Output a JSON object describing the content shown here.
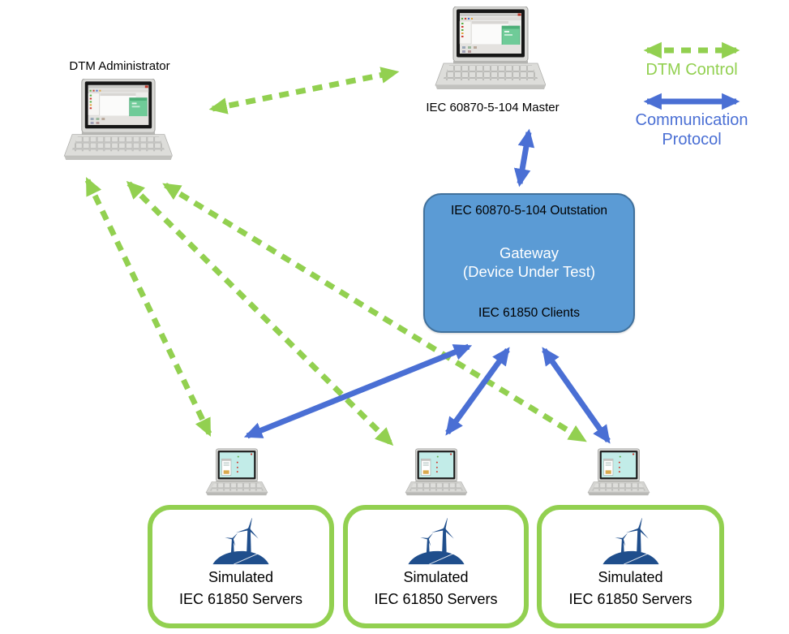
{
  "nodes": {
    "dtm_admin": {
      "label": "DTM Administrator"
    },
    "master": {
      "label": "IEC 60870-5-104 Master"
    },
    "gateway": {
      "top_label": "IEC 60870-5-104 Outstation",
      "title": "Gateway",
      "subtitle": "(Device Under Test)",
      "bottom_label": "IEC 61850 Clients"
    },
    "servers": [
      {
        "line1": "Simulated",
        "line2": "IEC 61850 Servers"
      },
      {
        "line1": "Simulated",
        "line2": "IEC 61850 Servers"
      },
      {
        "line1": "Simulated",
        "line2": "IEC 61850 Servers"
      }
    ]
  },
  "legend": {
    "dtm_control": {
      "label": "DTM Control",
      "style": "green-dashed-double-arrow"
    },
    "communication_protocol": {
      "label_line1": "Communication",
      "label_line2": "Protocol",
      "style": "blue-solid-double-arrow"
    }
  },
  "connections": [
    {
      "from": "dtm_admin",
      "to": "master",
      "type": "dtm_control"
    },
    {
      "from": "dtm_admin",
      "to": "server_laptop_1",
      "type": "dtm_control"
    },
    {
      "from": "dtm_admin",
      "to": "server_laptop_2",
      "type": "dtm_control"
    },
    {
      "from": "dtm_admin",
      "to": "server_laptop_3",
      "type": "dtm_control"
    },
    {
      "from": "master",
      "to": "gateway",
      "type": "communication_protocol"
    },
    {
      "from": "gateway",
      "to": "server_laptop_1",
      "type": "communication_protocol"
    },
    {
      "from": "gateway",
      "to": "server_laptop_2",
      "type": "communication_protocol"
    },
    {
      "from": "gateway",
      "to": "server_laptop_3",
      "type": "communication_protocol"
    }
  ],
  "colors": {
    "green": "#92d050",
    "blue": "#4a6fd4",
    "gateway_fill": "#5b9bd5",
    "gateway_border": "#41719c",
    "turbine": "#1f4e8c"
  }
}
